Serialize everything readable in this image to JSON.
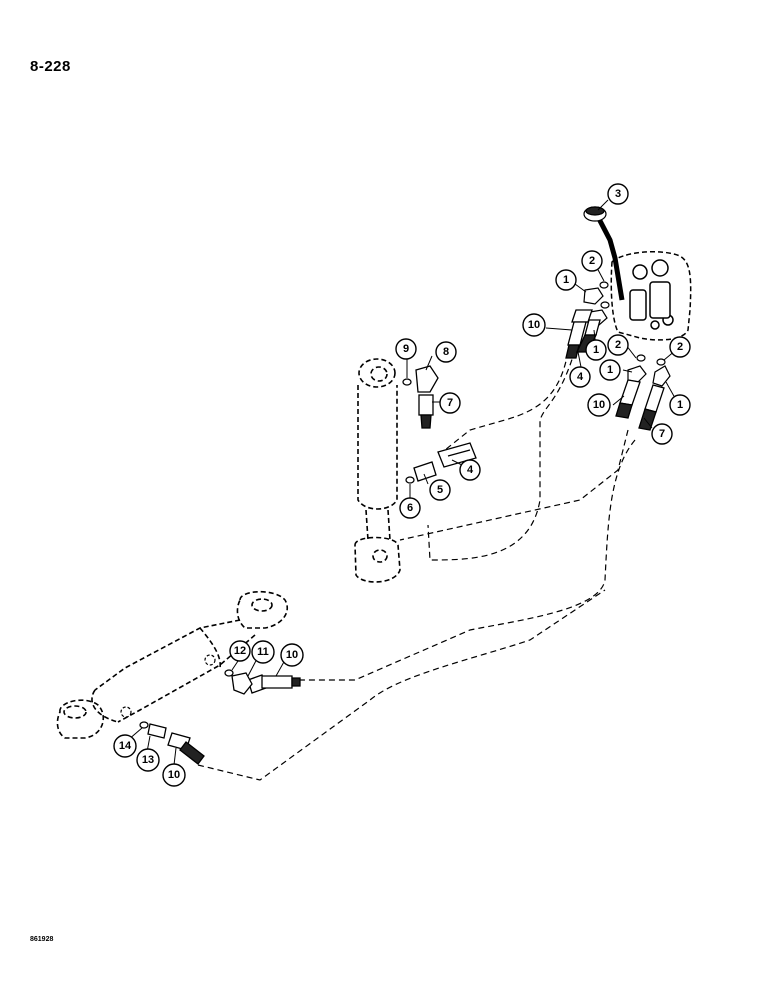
{
  "page_number": "8-228",
  "figure_code": "861928",
  "callouts": {
    "c1a": "1",
    "c1b": "1",
    "c1c": "1",
    "c1d": "1",
    "c2a": "2",
    "c2b": "2",
    "c2c": "2",
    "c3": "3",
    "c4a": "4",
    "c4b": "4",
    "c5": "5",
    "c6": "6",
    "c7a": "7",
    "c7b": "7",
    "c8": "8",
    "c9": "9",
    "c10a": "10",
    "c10b": "10",
    "c10c": "10",
    "c10d": "10",
    "c11": "11",
    "c12": "12",
    "c13": "13",
    "c14": "14"
  }
}
